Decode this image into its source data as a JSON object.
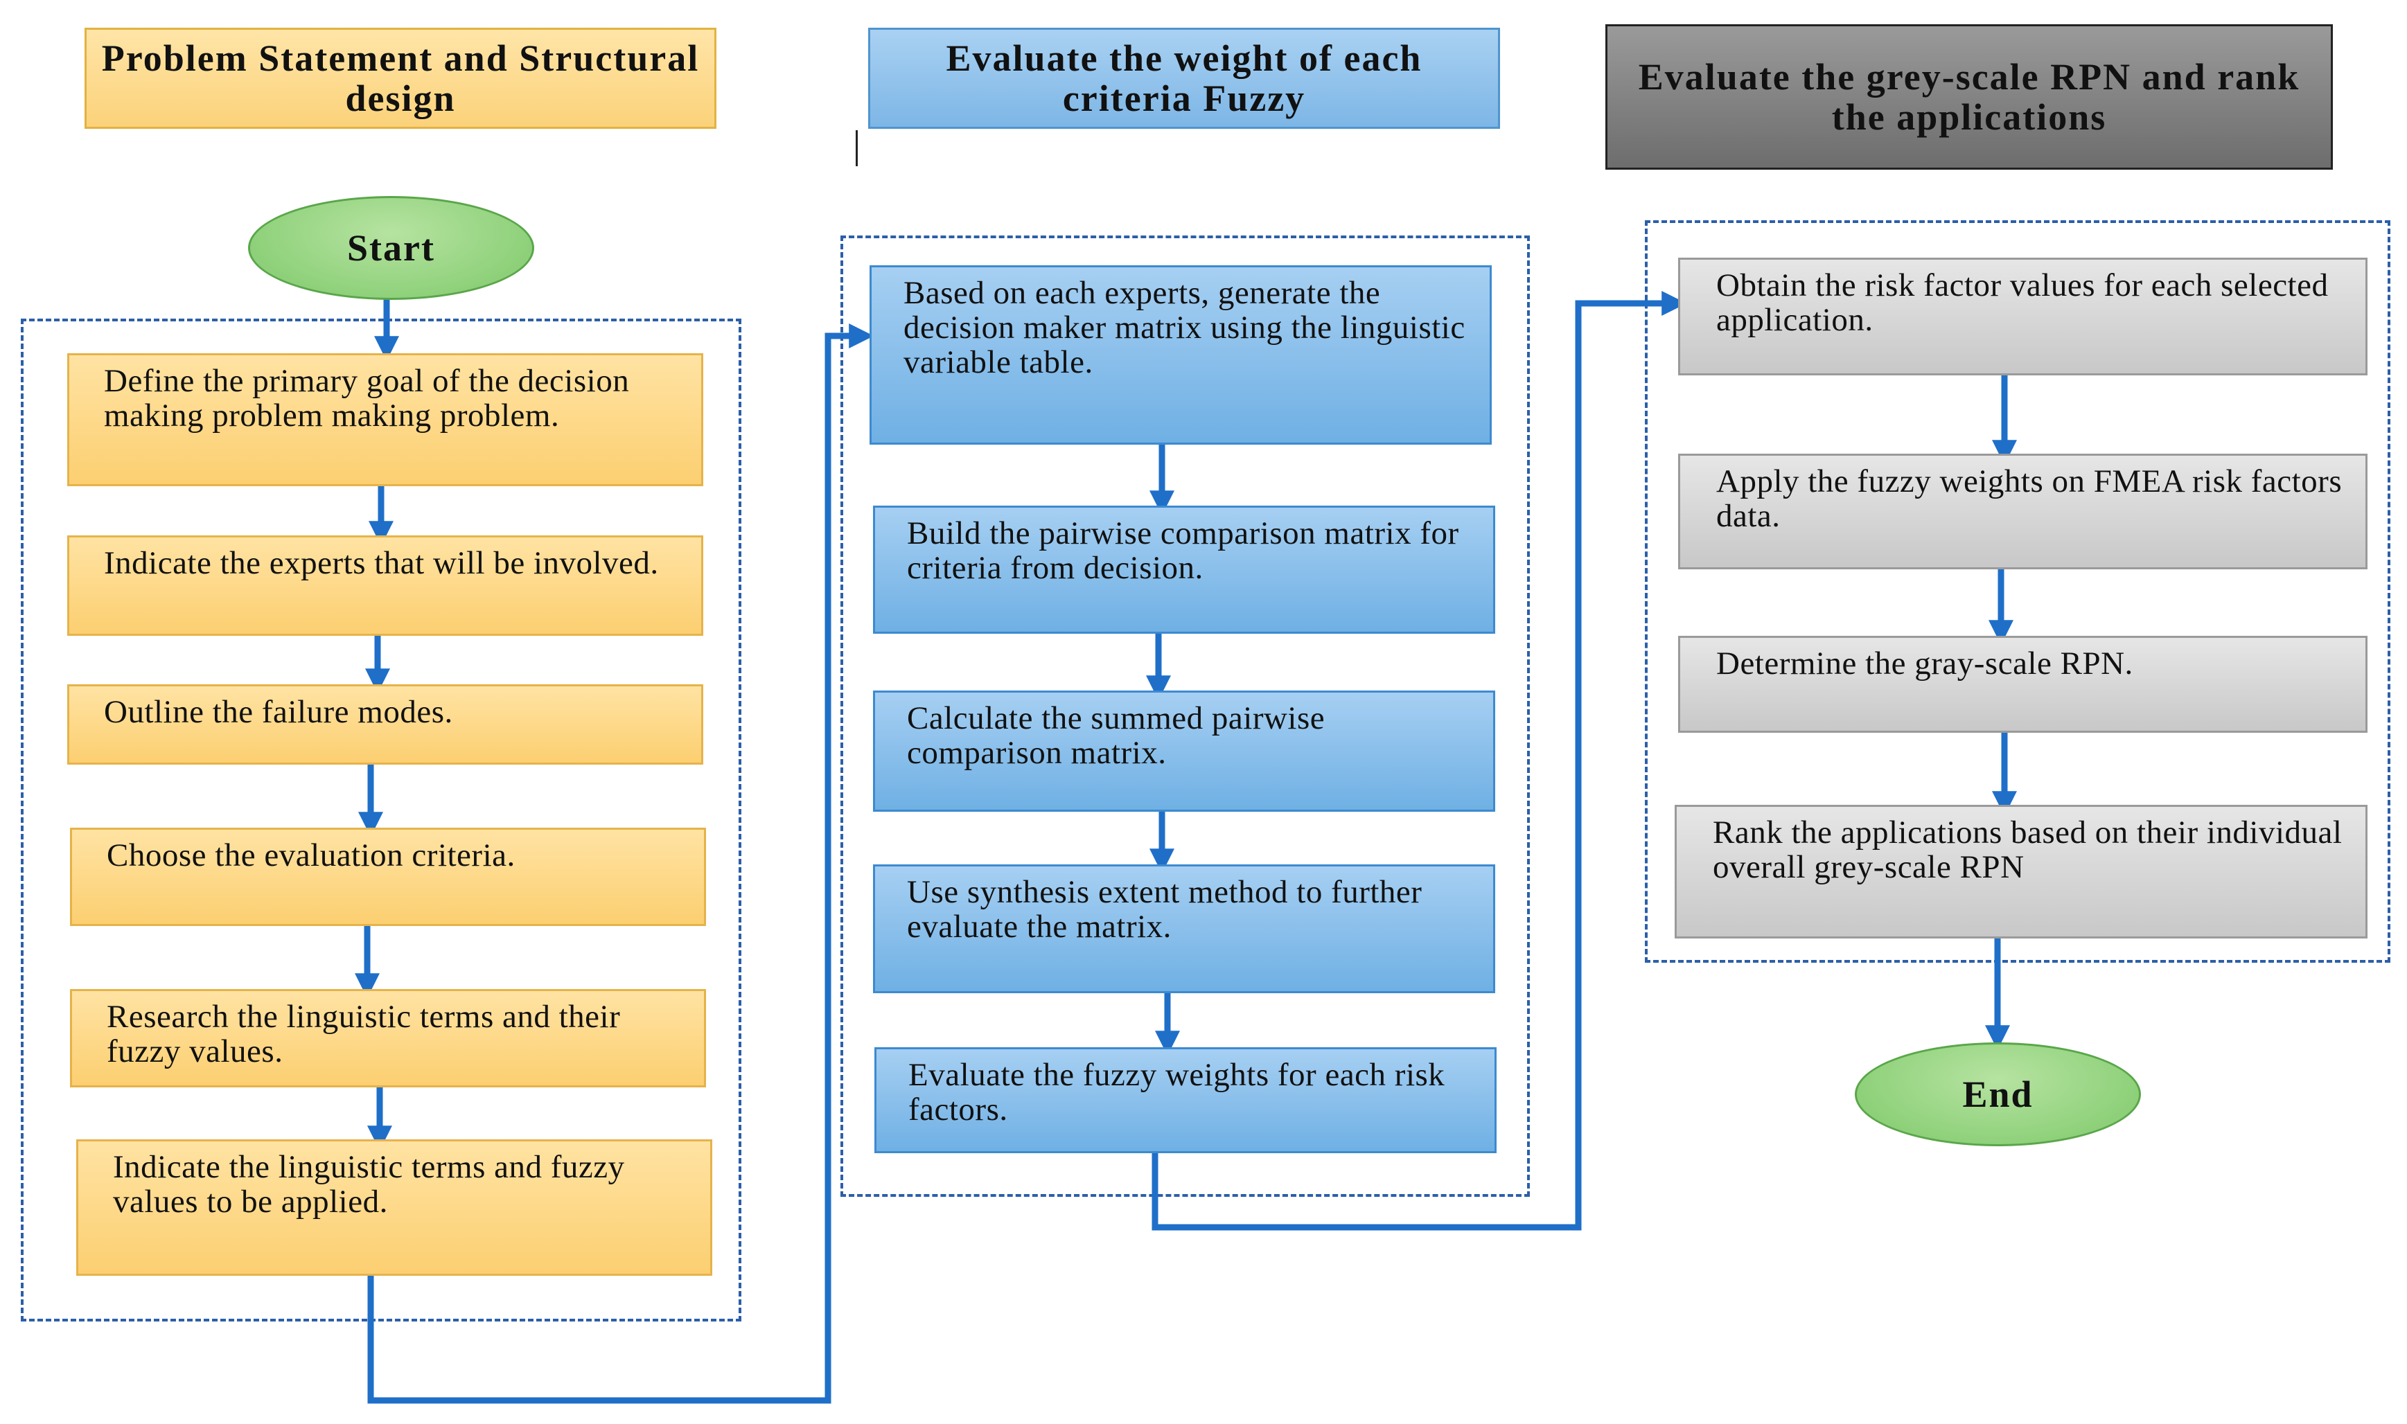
{
  "headers": {
    "col1": "Problem Statement and Structural design",
    "col2": "Evaluate the weight of each criteria Fuzzy",
    "col3": "Evaluate the grey-scale RPN and rank the applications"
  },
  "terminals": {
    "start": "Start",
    "end": "End"
  },
  "column1": [
    "Define the primary goal of the decision making problem making problem.",
    "Indicate the experts that will be involved.",
    "Outline the failure modes.",
    "Choose the evaluation criteria.",
    "Research the linguistic terms and their fuzzy values.",
    "Indicate the linguistic terms and fuzzy values to be applied."
  ],
  "column2": [
    "Based on each experts, generate the decision maker matrix using the linguistic variable table.",
    "Build the pairwise comparison matrix for criteria from decision.",
    "Calculate the summed pairwise comparison matrix.",
    "Use synthesis extent method to further evaluate the matrix.",
    "Evaluate the fuzzy weights for each risk factors."
  ],
  "column3": [
    "Obtain the risk factor values for each selected application.",
    "Apply the fuzzy weights on FMEA risk factors data.",
    "Determine the gray-scale RPN.",
    "Rank the applications based on their individual overall grey-scale RPN"
  ],
  "colors": {
    "orange": "#fcd27a",
    "blue": "#7db6e6",
    "gray": "#c8c8c8",
    "header_gray": "#7a7a7a",
    "terminal_green": "#8fd17b",
    "arrow": "#1f6fc9",
    "group_border": "#2c5fa8"
  }
}
